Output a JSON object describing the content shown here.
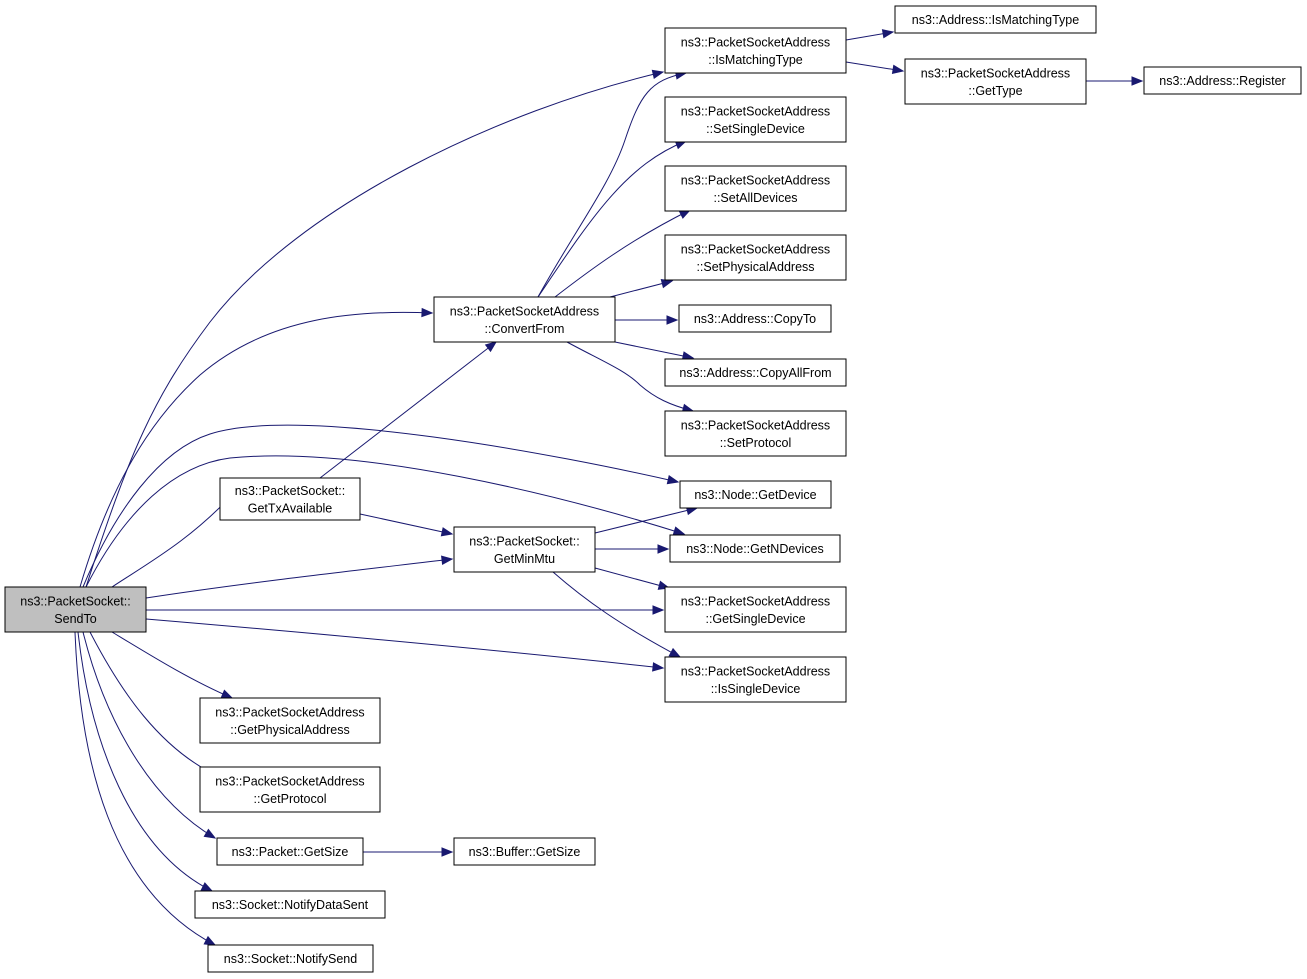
{
  "diagram": {
    "nodes": [
      {
        "id": "sendto",
        "lines": [
          "ns3::PacketSocket::",
          "SendTo"
        ],
        "highlight": true
      },
      {
        "id": "ismatching",
        "lines": [
          "ns3::PacketSocketAddress",
          "::IsMatchingType"
        ]
      },
      {
        "id": "addr_ismatching",
        "lines": [
          "ns3::Address::IsMatchingType"
        ]
      },
      {
        "id": "gettype",
        "lines": [
          "ns3::PacketSocketAddress",
          "::GetType"
        ]
      },
      {
        "id": "register",
        "lines": [
          "ns3::Address::Register"
        ]
      },
      {
        "id": "setsingle",
        "lines": [
          "ns3::PacketSocketAddress",
          "::SetSingleDevice"
        ]
      },
      {
        "id": "setall",
        "lines": [
          "ns3::PacketSocketAddress",
          "::SetAllDevices"
        ]
      },
      {
        "id": "setphys",
        "lines": [
          "ns3::PacketSocketAddress",
          "::SetPhysicalAddress"
        ]
      },
      {
        "id": "convertfrom",
        "lines": [
          "ns3::PacketSocketAddress",
          "::ConvertFrom"
        ]
      },
      {
        "id": "copyto",
        "lines": [
          "ns3::Address::CopyTo"
        ]
      },
      {
        "id": "copyallfrom",
        "lines": [
          "ns3::Address::CopyAllFrom"
        ]
      },
      {
        "id": "setprotocol",
        "lines": [
          "ns3::PacketSocketAddress",
          "::SetProtocol"
        ]
      },
      {
        "id": "gettx",
        "lines": [
          "ns3::PacketSocket::",
          "GetTxAvailable"
        ]
      },
      {
        "id": "getdevice",
        "lines": [
          "ns3::Node::GetDevice"
        ]
      },
      {
        "id": "getminmtu",
        "lines": [
          "ns3::PacketSocket::",
          "GetMinMtu"
        ]
      },
      {
        "id": "getndevices",
        "lines": [
          "ns3::Node::GetNDevices"
        ]
      },
      {
        "id": "getsingle",
        "lines": [
          "ns3::PacketSocketAddress",
          "::GetSingleDevice"
        ]
      },
      {
        "id": "issingle",
        "lines": [
          "ns3::PacketSocketAddress",
          "::IsSingleDevice"
        ]
      },
      {
        "id": "getphys",
        "lines": [
          "ns3::PacketSocketAddress",
          "::GetPhysicalAddress"
        ]
      },
      {
        "id": "getprotocol",
        "lines": [
          "ns3::PacketSocketAddress",
          "::GetProtocol"
        ]
      },
      {
        "id": "packetgetsize",
        "lines": [
          "ns3::Packet::GetSize"
        ]
      },
      {
        "id": "buffergetsize",
        "lines": [
          "ns3::Buffer::GetSize"
        ]
      },
      {
        "id": "notifydatasent",
        "lines": [
          "ns3::Socket::NotifyDataSent"
        ]
      },
      {
        "id": "notifysend",
        "lines": [
          "ns3::Socket::NotifySend"
        ]
      }
    ],
    "edges": [
      [
        "sendto",
        "ismatching"
      ],
      [
        "sendto",
        "convertfrom"
      ],
      [
        "sendto",
        "getdevice"
      ],
      [
        "sendto",
        "getndevices"
      ],
      [
        "sendto",
        "gettx"
      ],
      [
        "sendto",
        "getminmtu"
      ],
      [
        "sendto",
        "getsingle"
      ],
      [
        "sendto",
        "issingle"
      ],
      [
        "sendto",
        "getphys"
      ],
      [
        "sendto",
        "getprotocol"
      ],
      [
        "sendto",
        "packetgetsize"
      ],
      [
        "sendto",
        "notifydatasent"
      ],
      [
        "sendto",
        "notifysend"
      ],
      [
        "ismatching",
        "addr_ismatching"
      ],
      [
        "ismatching",
        "gettype"
      ],
      [
        "gettype",
        "register"
      ],
      [
        "convertfrom",
        "ismatching"
      ],
      [
        "convertfrom",
        "setsingle"
      ],
      [
        "convertfrom",
        "setall"
      ],
      [
        "convertfrom",
        "setphys"
      ],
      [
        "convertfrom",
        "copyto"
      ],
      [
        "convertfrom",
        "copyallfrom"
      ],
      [
        "convertfrom",
        "setprotocol"
      ],
      [
        "gettx",
        "convertfrom"
      ],
      [
        "gettx",
        "getminmtu"
      ],
      [
        "getminmtu",
        "getdevice"
      ],
      [
        "getminmtu",
        "getndevices"
      ],
      [
        "getminmtu",
        "getsingle"
      ],
      [
        "getminmtu",
        "issingle"
      ],
      [
        "packetgetsize",
        "buffergetsize"
      ]
    ]
  }
}
